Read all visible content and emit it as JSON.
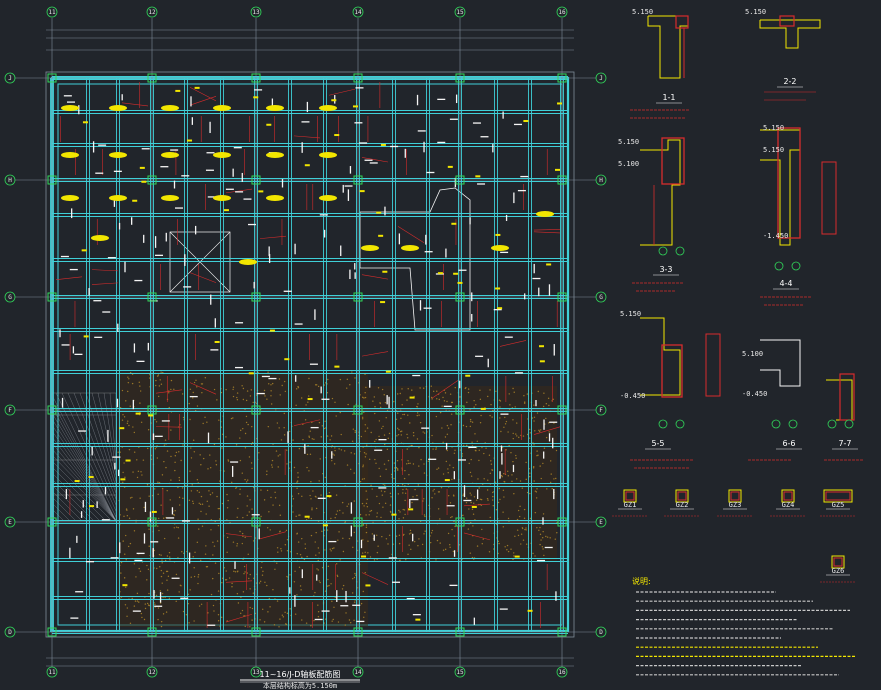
{
  "colors": {
    "background": "#21252b",
    "grid_axis": "#7f8b99",
    "beam": "#3fd0d8",
    "rebar": "#d62c2c",
    "column": "#f5f5f5",
    "label": "#f2e600",
    "hatch": "#c99a2a",
    "axis_bubble": "#31d65a"
  },
  "plan": {
    "x_axes": [
      "11",
      "12",
      "13",
      "14",
      "15",
      "16"
    ],
    "y_axes": [
      "J",
      "H",
      "G",
      "F",
      "E",
      "D"
    ],
    "title": "11~16/J-D轴板配筋图",
    "subtitle": "本层结构标高为5.150m"
  },
  "sections": {
    "s1": {
      "label": "1-1",
      "elev": "5.150"
    },
    "s2": {
      "label": "2-2",
      "elev": "5.150"
    },
    "s3": {
      "label": "3-3",
      "elev_top": "5.150",
      "elev_mid": "5.100"
    },
    "s4": {
      "label": "4-4",
      "elev_top": "5.150",
      "elev_mid": "5.150",
      "elev_bot": "-1.450"
    },
    "s5": {
      "label": "5-5",
      "elev_top": "5.150",
      "elev_bot": "-0.450"
    },
    "s6": {
      "label": "6-6",
      "elev_top": "5.100",
      "elev_bot": "-0.450"
    },
    "s7": {
      "label": "7-7"
    }
  },
  "columns": [
    {
      "label": "GZ1"
    },
    {
      "label": "GZ2"
    },
    {
      "label": "GZ3"
    },
    {
      "label": "GZ4"
    },
    {
      "label": "GZ5"
    },
    {
      "label": "GZ6"
    }
  ],
  "notes": {
    "heading": "说明:",
    "count": 10
  }
}
